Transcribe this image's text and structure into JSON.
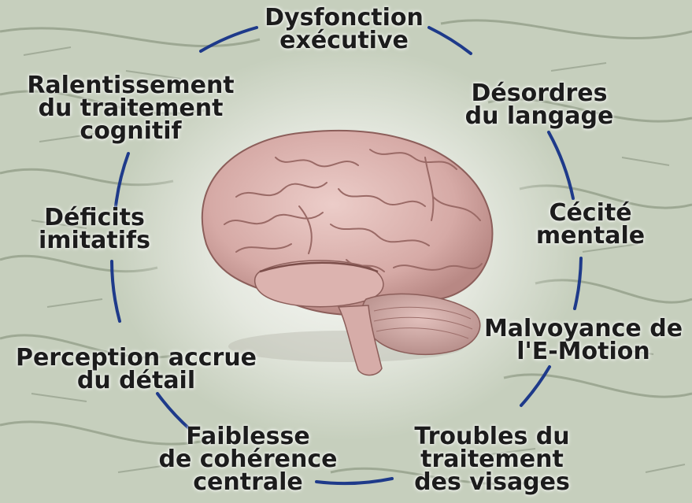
{
  "labels": {
    "top": [
      "Dysfonction",
      "exécutive"
    ],
    "right1": [
      "Désordres",
      "du langage"
    ],
    "right2": [
      "Cécité",
      "mentale"
    ],
    "right3": [
      "Malvoyance de",
      "l'E-Motion"
    ],
    "bottom_right": [
      "Troubles du",
      "traitement",
      "des visages"
    ],
    "bottom_left": [
      "Faiblesse",
      "de cohérence",
      "centrale"
    ],
    "left3": [
      "Perception accrue",
      "du détail"
    ],
    "left2": [
      "Déficits",
      "imitatifs"
    ],
    "left1": [
      "Ralentissement",
      "du traitement",
      "cognitif"
    ]
  },
  "colors": {
    "circle": "#1e3a8a",
    "background": "#c9d2c0",
    "brain": "#d8b0ad",
    "text": "#1c1c1c"
  }
}
